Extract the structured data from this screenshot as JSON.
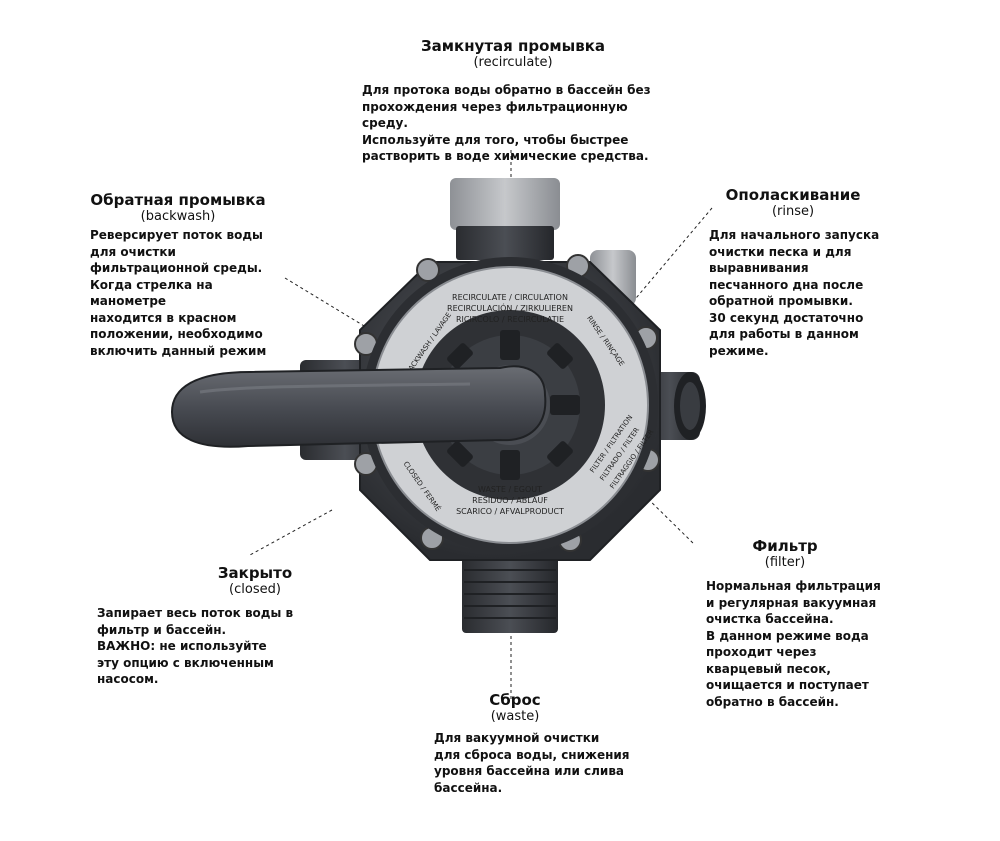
{
  "callouts": {
    "recirculate": {
      "title": "Замкнутая промывка",
      "subtitle": "(recirculate)",
      "description": "Для протока воды обратно в бассейн без\nпрохождения через фильтрационную среду.\nИспользуйте для того, чтобы быстрее\nрастворить в воде химические средства."
    },
    "backwash": {
      "title": "Обратная промывка",
      "subtitle": "(backwash)",
      "description": "Реверсирует поток воды\nдля очистки\nфильтрационной среды.\nКогда стрелка на манометре\nнаходится в красном\nположении, необходимо\nвключить данный режим"
    },
    "rinse": {
      "title": "Ополаскивание",
      "subtitle": "(rinse)",
      "description": "Для начального запуска\nочистки песка и для\nвыравнивания\nпесчанного дна после\nобратной промывки.\n30 секунд достаточно\nдля работы в данном\nрежиме."
    },
    "closed": {
      "title": "Закрыто",
      "subtitle": "(closed)",
      "description": "Запирает весь поток воды в\nфильтр и бассейн.\nВАЖНО: не используйте\nэту опцию с включенным\nнасосом."
    },
    "filter": {
      "title": "Фильтр",
      "subtitle": "(filter)",
      "description": "Нормальная фильтрация\nи регулярная вакуумная\nочистка бассейна.\nВ данном режиме вода\nпроходит через\nкварцевый песок,\nочищается и поступает\nобратно в бассейн."
    },
    "waste": {
      "title": "Сброс",
      "subtitle": "(waste)",
      "description": "Для вакуумной очистки\nдля сброса воды, снижения\nуровня бассейна или слива\nбассейна."
    }
  },
  "dial_labels": {
    "recirculate_1": "RECIRCULATE / CIRCULATION",
    "recirculate_2": "RECIRCULACIÓN / ZIRKULIEREN",
    "recirculate_3": "RICIRCOLO / RECIRCULATIE",
    "waste_1": "WASTE / EGOUT",
    "waste_2": "RESIDUO / ABLAUF",
    "waste_3": "SCARICO / AFVALPRODUCT",
    "filter_1": "FILTER / FILTRATION",
    "filter_2": "FILTRADO / FILTER",
    "filter_3": "FILTRAGGIO / FILTER",
    "rinse": "RINSE / RINÇAGE",
    "backwash": "BACKWASH / LAVAGE",
    "closed": "CLOSED / FERMÉ"
  },
  "colors": {
    "body": "#3a3d42",
    "body_dark": "#26282c",
    "dial_ring": "#cfd1d4",
    "cap": "#a9acb0",
    "handle": "#4a4d53",
    "text": "#111111"
  }
}
